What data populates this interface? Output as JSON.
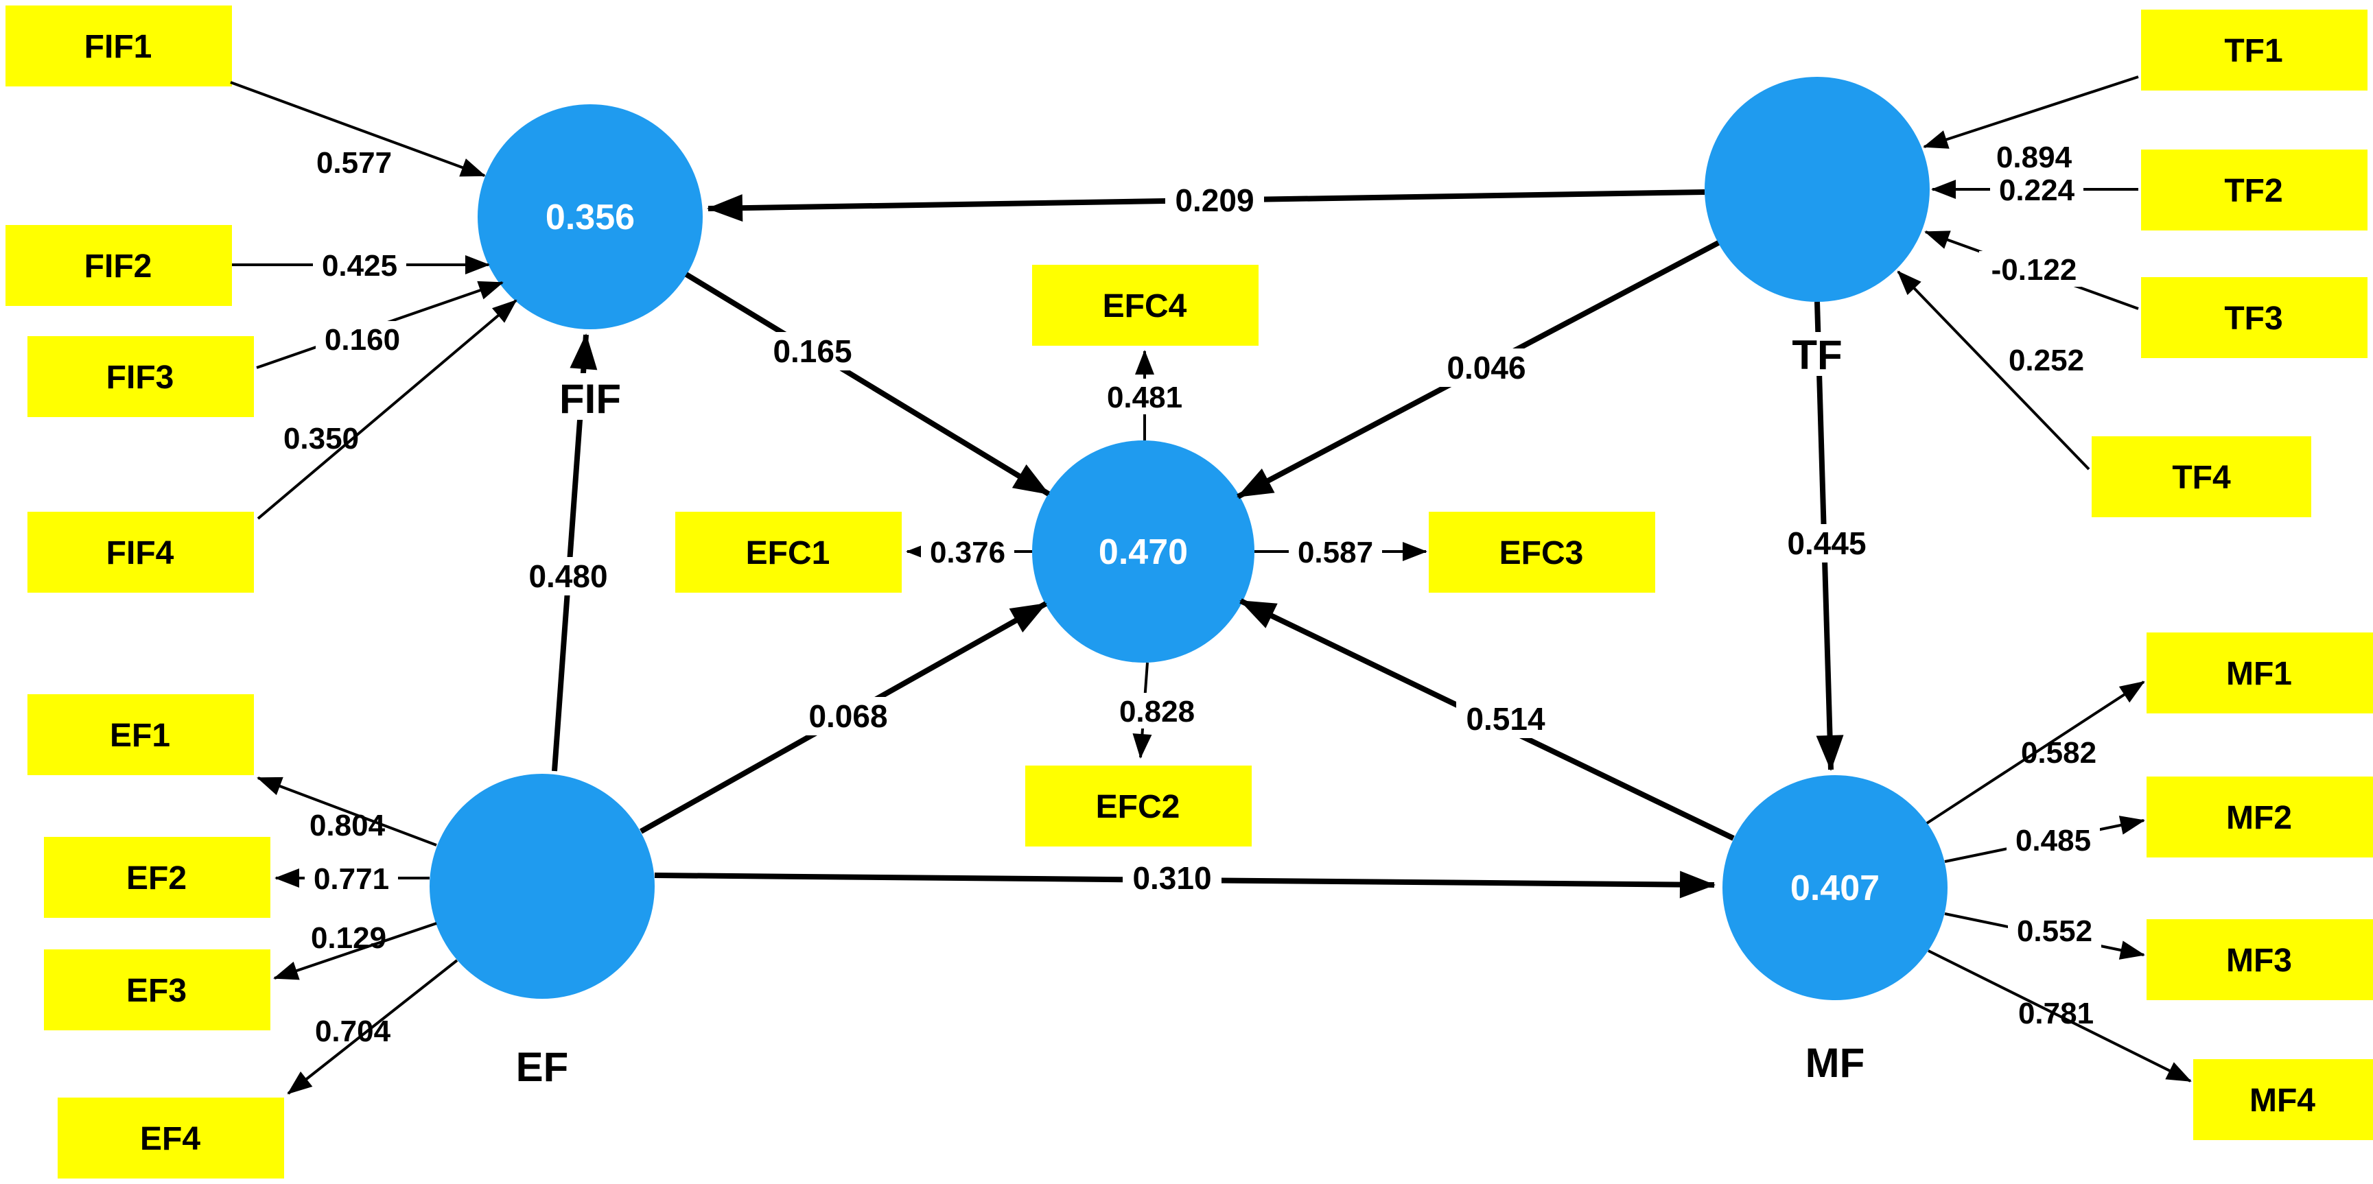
{
  "figure": {
    "type": "PLS-SEM path model diagram",
    "colors": {
      "latent_fill": "#1f9bef",
      "indicator_fill": "#ffff00",
      "line": "#000000",
      "latent_value_text": "#ffffff",
      "label_text": "#000000",
      "background": "#ffffff"
    },
    "latents": {
      "fif": {
        "label": "FIF",
        "value": "0.356"
      },
      "tf": {
        "label": "TF",
        "value": ""
      },
      "efc": {
        "label": "",
        "value": "0.470"
      },
      "ef": {
        "label": "EF",
        "value": ""
      },
      "mf": {
        "label": "MF",
        "value": "0.407"
      }
    },
    "indicators": {
      "fif1": {
        "label": "FIF1",
        "value": "0.577"
      },
      "fif2": {
        "label": "FIF2",
        "value": "0.425"
      },
      "fif3": {
        "label": "FIF3",
        "value": "0.160"
      },
      "fif4": {
        "label": "FIF4",
        "value": "0.350"
      },
      "tf1": {
        "label": "TF1",
        "value": "0.894"
      },
      "tf2": {
        "label": "TF2",
        "value": "0.224"
      },
      "tf3": {
        "label": "TF3",
        "value": "-0.122"
      },
      "tf4": {
        "label": "TF4",
        "value": "0.252"
      },
      "ef1": {
        "label": "EF1",
        "value": "0.804"
      },
      "ef2": {
        "label": "EF2",
        "value": "0.771"
      },
      "ef3": {
        "label": "EF3",
        "value": "0.129"
      },
      "ef4": {
        "label": "EF4",
        "value": "0.704"
      },
      "mf1": {
        "label": "MF1",
        "value": "0.582"
      },
      "mf2": {
        "label": "MF2",
        "value": "0.485"
      },
      "mf3": {
        "label": "MF3",
        "value": "0.552"
      },
      "mf4": {
        "label": "MF4",
        "value": "0.781"
      },
      "efc1": {
        "label": "EFC1",
        "value": "0.376"
      },
      "efc2": {
        "label": "EFC2",
        "value": "0.828"
      },
      "efc3": {
        "label": "EFC3",
        "value": "0.587"
      },
      "efc4": {
        "label": "EFC4",
        "value": "0.481"
      }
    },
    "paths": {
      "tf_fif": {
        "from": "TF",
        "to": "FIF",
        "value": "0.209"
      },
      "ef_fif": {
        "from": "EF",
        "to": "FIF",
        "value": "0.480"
      },
      "fif_efc": {
        "from": "FIF",
        "to": "EFC",
        "value": "0.165"
      },
      "tf_efc": {
        "from": "TF",
        "to": "EFC",
        "value": "0.046"
      },
      "ef_efc": {
        "from": "EF",
        "to": "EFC",
        "value": "0.068"
      },
      "mf_efc": {
        "from": "MF",
        "to": "EFC",
        "value": "0.514"
      },
      "tf_mf": {
        "from": "TF",
        "to": "MF",
        "value": "0.445"
      },
      "ef_mf": {
        "from": "EF",
        "to": "MF",
        "value": "0.310"
      }
    }
  }
}
